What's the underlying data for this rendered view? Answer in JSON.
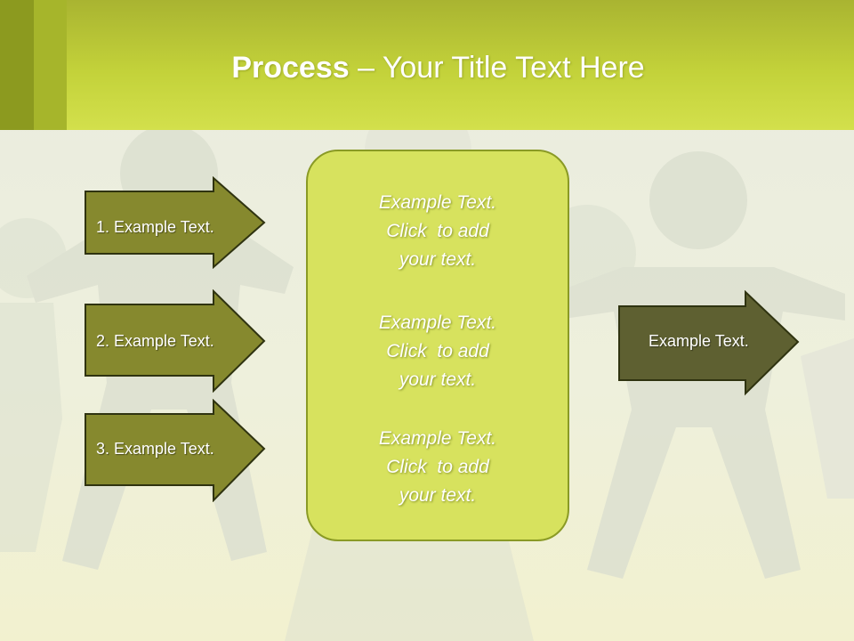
{
  "slide": {
    "title_bold": "Process",
    "title_rest": " – Your Title Text Here"
  },
  "left_arrows": [
    {
      "label": "1. Example Text."
    },
    {
      "label": "2. Example Text."
    },
    {
      "label": "3. Example Text."
    }
  ],
  "center_box": {
    "blocks": [
      {
        "line1": "Example Text.",
        "line2": "Click  to add",
        "line3": "your text."
      },
      {
        "line1": "Example Text.",
        "line2": "Click  to add",
        "line3": "your text."
      },
      {
        "line1": "Example Text.",
        "line2": "Click  to add",
        "line3": "your text."
      }
    ]
  },
  "right_arrow": {
    "label": "Example Text."
  },
  "colors": {
    "header": "#c3d23a",
    "left_arrow_fill": "#86892e",
    "right_arrow_fill": "#5e6031",
    "center_box_fill": "#d7e25e",
    "outline": "#2f3310"
  }
}
